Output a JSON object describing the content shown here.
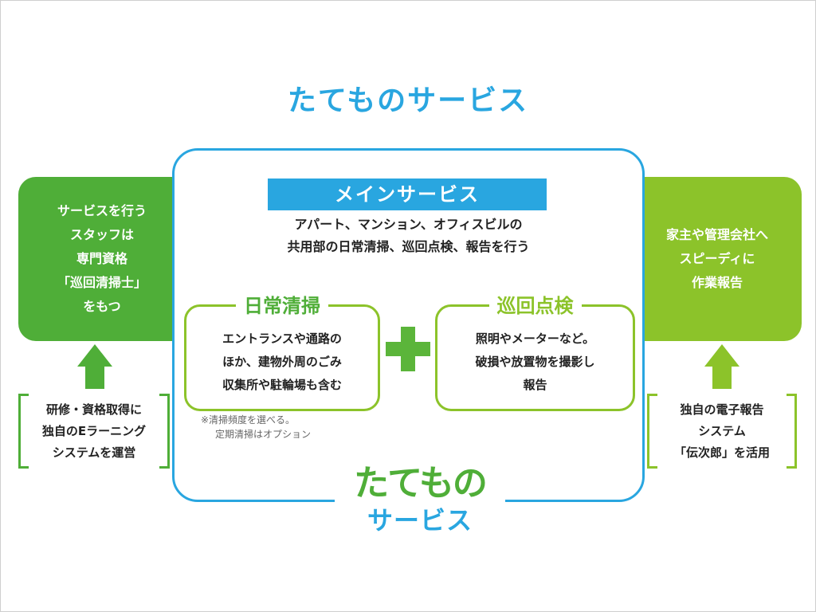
{
  "title": "たてものサービス",
  "left_panel": {
    "lines": [
      "サービスを行う",
      "スタッフは",
      "専門資格",
      "「巡回清掃士」",
      "をもつ"
    ]
  },
  "right_panel": {
    "lines": [
      "家主や管理会社へ",
      "スピーディに",
      "作業報告"
    ]
  },
  "left_caption": {
    "lines": [
      "研修・資格取得に",
      "独自のEラーニング",
      "システムを運営"
    ]
  },
  "right_caption": {
    "lines": [
      "独自の電子報告",
      "システム",
      "「伝次郎」を活用"
    ]
  },
  "main": {
    "header": "メインサービス",
    "desc_lines": [
      "アパート、マンション、オフィスビルの",
      "共用部の日常清掃、巡回点検、報告を行う"
    ],
    "daily": {
      "title": "日常清掃",
      "lines": [
        "エントランスや通路の",
        "ほか、建物外周のごみ",
        "収集所や駐輪場も含む"
      ]
    },
    "patrol": {
      "title": "巡回点検",
      "lines": [
        "照明やメーターなど。",
        "破損や放置物を撮影し",
        "報告"
      ]
    },
    "note_lines": [
      "※清掃頻度を選べる。",
      "定期清掃はオプション"
    ]
  },
  "logo": {
    "top": "たてもの",
    "bottom": "サービス"
  },
  "colors": {
    "blue": "#29a6e0",
    "green": "#4fae38",
    "light_green": "#8cc32a"
  }
}
